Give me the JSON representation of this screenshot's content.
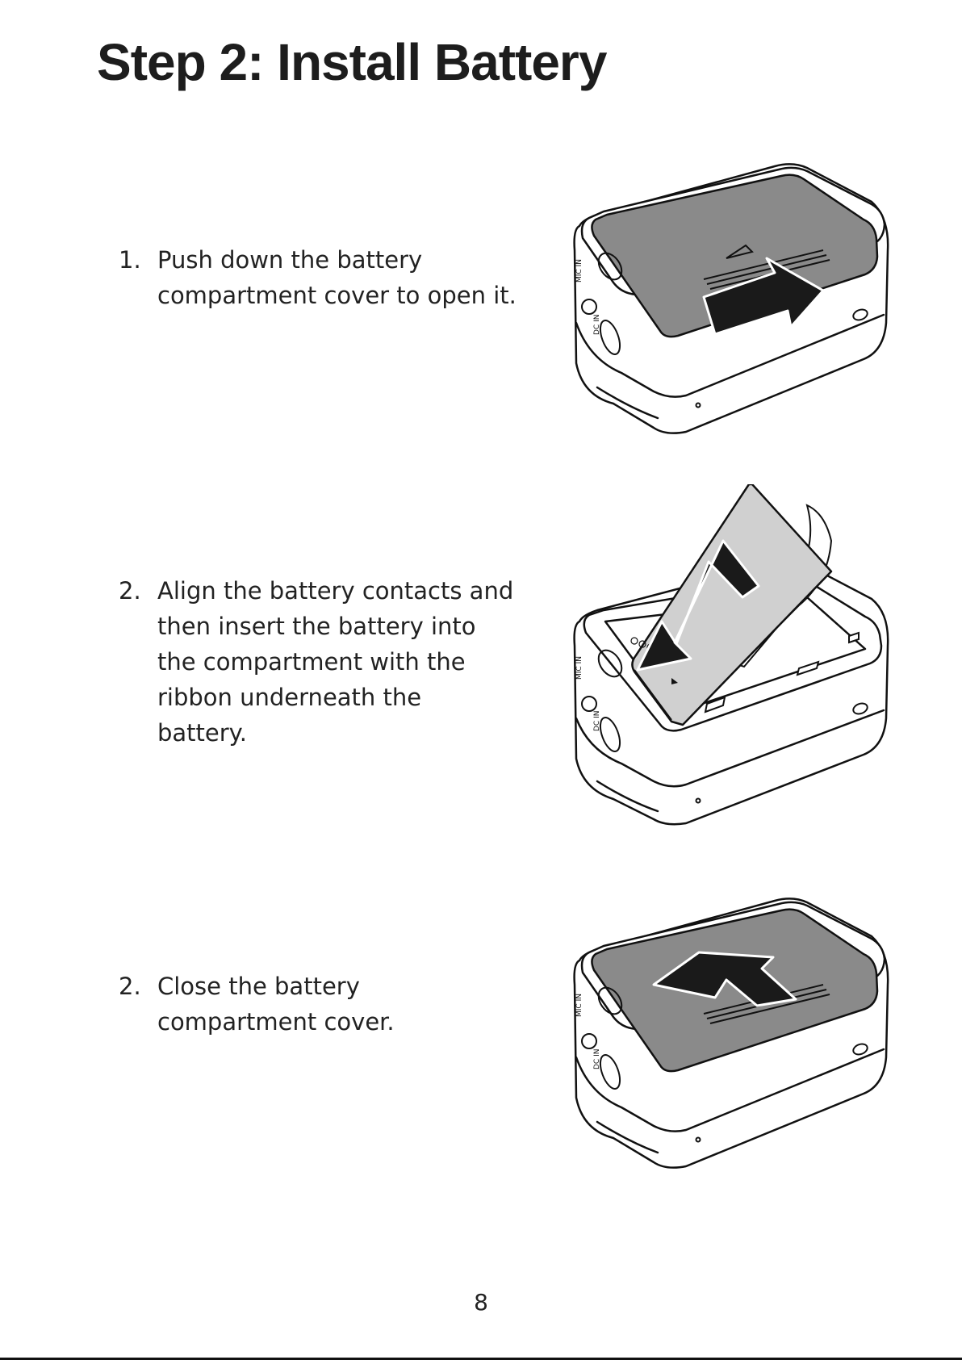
{
  "page": {
    "title": "Step 2: Install Battery",
    "page_number": "8"
  },
  "steps": [
    {
      "number": "1.",
      "lines": [
        "Push down the battery",
        "compartment cover to open it."
      ]
    },
    {
      "number": "2.",
      "lines": [
        "Align the battery contacts and",
        "then insert the battery into",
        "the compartment with the",
        "ribbon underneath the",
        "battery."
      ]
    },
    {
      "number": "2.",
      "lines": [
        "Close the battery",
        "compartment cover."
      ]
    }
  ],
  "device_labels": {
    "mic": "MIC IN",
    "dc": "DC IN",
    "usb_icon": "usb-icon"
  },
  "colors": {
    "cover_gray": "#8a8a8a",
    "battery_gray": "#d0d0d0",
    "arrow_black": "#1a1a1a",
    "outline": "#111111"
  }
}
